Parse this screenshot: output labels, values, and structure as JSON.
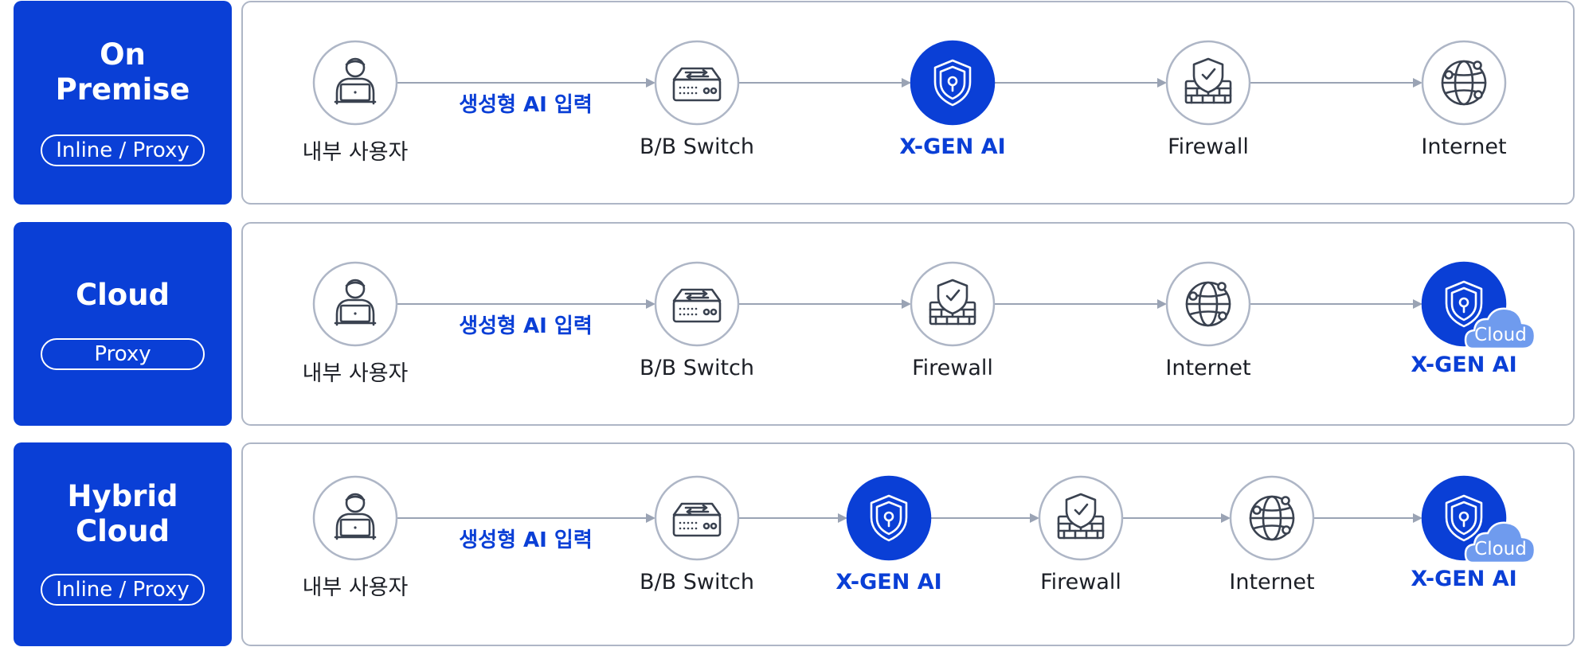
{
  "colors": {
    "primary": "#0a3fd6",
    "cloud": "#6f9bee",
    "panel_border": "#aeb6c6",
    "connector": "#9aa3b4",
    "icon_stroke": "#3a4250"
  },
  "rows": [
    {
      "title": "On\nPremise",
      "badge": "Inline / Proxy",
      "input_label": "생성형 AI 입력",
      "nodes": [
        {
          "label": "내부 사용자",
          "icon": "user-laptop-icon",
          "highlight": false,
          "cloud": false
        },
        {
          "label": "B/B Switch",
          "icon": "switch-icon",
          "highlight": false,
          "cloud": false
        },
        {
          "label": "X-GEN AI",
          "icon": "shield-lock-icon",
          "highlight": true,
          "cloud": false
        },
        {
          "label": "Firewall",
          "icon": "firewall-icon",
          "highlight": false,
          "cloud": false
        },
        {
          "label": "Internet",
          "icon": "globe-icon",
          "highlight": false,
          "cloud": false
        }
      ]
    },
    {
      "title": "Cloud",
      "badge": "Proxy",
      "input_label": "생성형 AI 입력",
      "nodes": [
        {
          "label": "내부 사용자",
          "icon": "user-laptop-icon",
          "highlight": false,
          "cloud": false
        },
        {
          "label": "B/B Switch",
          "icon": "switch-icon",
          "highlight": false,
          "cloud": false
        },
        {
          "label": "Firewall",
          "icon": "firewall-icon",
          "highlight": false,
          "cloud": false
        },
        {
          "label": "Internet",
          "icon": "globe-icon",
          "highlight": false,
          "cloud": false
        },
        {
          "label": "X-GEN AI",
          "icon": "shield-lock-icon",
          "highlight": true,
          "cloud": true,
          "cloud_label": "Cloud"
        }
      ]
    },
    {
      "title": "Hybrid\nCloud",
      "badge": "Inline / Proxy",
      "input_label": "생성형 AI 입력",
      "nodes": [
        {
          "label": "내부 사용자",
          "icon": "user-laptop-icon",
          "highlight": false,
          "cloud": false
        },
        {
          "label": "B/B Switch",
          "icon": "switch-icon",
          "highlight": false,
          "cloud": false
        },
        {
          "label": "X-GEN AI",
          "icon": "shield-lock-icon",
          "highlight": true,
          "cloud": false
        },
        {
          "label": "Firewall",
          "icon": "firewall-icon",
          "highlight": false,
          "cloud": false
        },
        {
          "label": "Internet",
          "icon": "globe-icon",
          "highlight": false,
          "cloud": false
        },
        {
          "label": "X-GEN AI",
          "icon": "shield-lock-icon",
          "highlight": true,
          "cloud": true,
          "cloud_label": "Cloud"
        }
      ]
    }
  ]
}
